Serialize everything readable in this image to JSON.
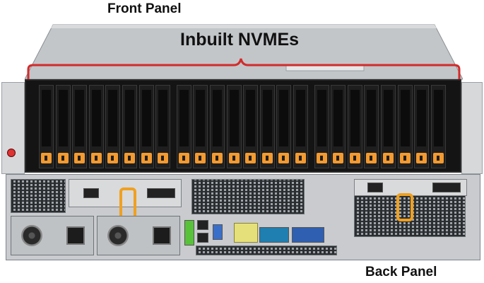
{
  "labels": {
    "front": "Front Panel",
    "inbuilt": "Inbuilt NVMEs",
    "back": "Back Panel"
  },
  "colors": {
    "bracket": "#d22b2b",
    "drive_latch": "#f39a30",
    "handle": "#f0a020"
  },
  "drive_bays": 24
}
